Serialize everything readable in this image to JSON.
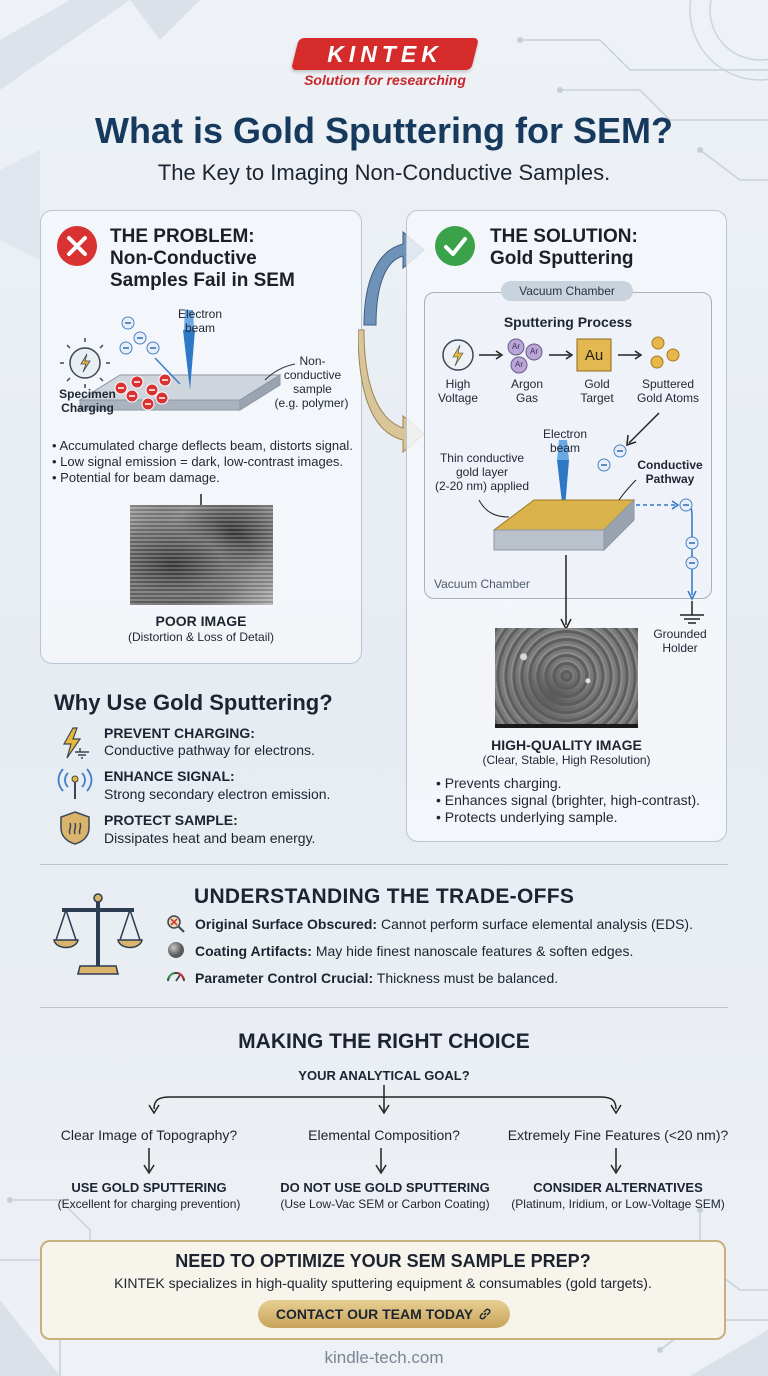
{
  "brand": {
    "logo": "KINTEK",
    "tagline": "Solution for researching"
  },
  "title": "What is Gold Sputtering for SEM?",
  "subtitle": "The Key to Imaging Non-Conductive Samples.",
  "problem": {
    "heading_1": "THE PROBLEM:",
    "heading_2": "Non-Conductive",
    "heading_3": "Samples Fail in SEM",
    "icon": "x-circle-icon",
    "electron_beam_1": "Electron",
    "electron_beam_2": "beam",
    "specimen_1": "Specimen",
    "specimen_2": "Charging",
    "sample_1": "Non-",
    "sample_2": "conductive",
    "sample_3": "sample",
    "sample_4": "(e.g. polymer)",
    "bullets": [
      "Accumulated charge deflects beam, distorts signal.",
      "Low signal emission = dark, low-contrast images.",
      "Potential for beam damage."
    ],
    "image_title": "POOR IMAGE",
    "image_caption": "(Distortion & Loss of Detail)"
  },
  "solution": {
    "heading_1": "THE SOLUTION:",
    "heading_2": "Gold Sputtering",
    "icon": "check-circle-icon",
    "chamber_label": "Vacuum Chamber",
    "process_title": "Sputtering Process",
    "steps": [
      {
        "l1": "High",
        "l2": "Voltage"
      },
      {
        "l1": "Argon",
        "l2": "Gas"
      },
      {
        "l1": "Gold",
        "l2": "Target"
      },
      {
        "l1": "Sputtered",
        "l2": "Gold Atoms"
      }
    ],
    "au_symbol": "Au",
    "ar_symbol": "Ar",
    "electron_beam_1": "Electron",
    "electron_beam_2": "beam",
    "layer_1": "Thin conductive",
    "layer_2": "gold layer",
    "layer_3": "(2-20 nm) applied",
    "pathway_1": "Conductive",
    "pathway_2": "Pathway",
    "chamber_bottom": "Vacuum Chamber",
    "grounded_1": "Grounded",
    "grounded_2": "Holder",
    "image_title": "HIGH-QUALITY IMAGE",
    "image_caption": "(Clear, Stable, High Resolution)",
    "bullets": [
      "Prevents charging.",
      "Enhances signal (brighter, high-contrast).",
      "Protects underlying sample."
    ]
  },
  "why": {
    "title": "Why Use Gold Sputtering?",
    "items": [
      {
        "heading": "PREVENT CHARGING:",
        "desc": "Conductive pathway for electrons.",
        "icon": "lightning-ground-icon"
      },
      {
        "heading": "ENHANCE SIGNAL:",
        "desc": "Strong secondary electron emission.",
        "icon": "signal-antenna-icon"
      },
      {
        "heading": "PROTECT SAMPLE:",
        "desc": "Dissipates heat and beam energy.",
        "icon": "heat-shield-icon"
      }
    ]
  },
  "tradeoffs": {
    "title": "UNDERSTANDING THE TRADE-OFFS",
    "items": [
      {
        "bold": "Original Surface Obscured:",
        "text": " Cannot perform surface elemental analysis (EDS).",
        "icon": "magnifier-cross-icon"
      },
      {
        "bold": "Coating Artifacts:",
        "text": " May hide finest nanoscale features & soften edges.",
        "icon": "grey-sphere-icon"
      },
      {
        "bold": "Parameter Control Crucial:",
        "text": " Thickness must be balanced.",
        "icon": "gauge-icon"
      }
    ]
  },
  "choice": {
    "title": "MAKING THE RIGHT CHOICE",
    "goal": "YOUR ANALYTICAL GOAL?",
    "options": [
      {
        "question": "Clear Image of Topography?",
        "answer": "USE GOLD SPUTTERING",
        "note": "(Excellent for charging prevention)"
      },
      {
        "question": "Elemental Composition?",
        "answer": "DO NOT USE GOLD SPUTTERING",
        "note": "(Use Low-Vac SEM or Carbon Coating)"
      },
      {
        "question": "Extremely Fine Features (<20 nm)?",
        "answer": "CONSIDER ALTERNATIVES",
        "note": "(Platinum, Iridium, or Low-Voltage SEM)"
      }
    ]
  },
  "cta": {
    "title": "NEED TO OPTIMIZE YOUR SEM SAMPLE PREP?",
    "text": "KINTEK specializes in high-quality sputtering equipment & consumables (gold targets).",
    "button": "CONTACT OUR TEAM TODAY",
    "button_icon": "link-icon"
  },
  "footer": {
    "site": "kindle-tech.com"
  }
}
